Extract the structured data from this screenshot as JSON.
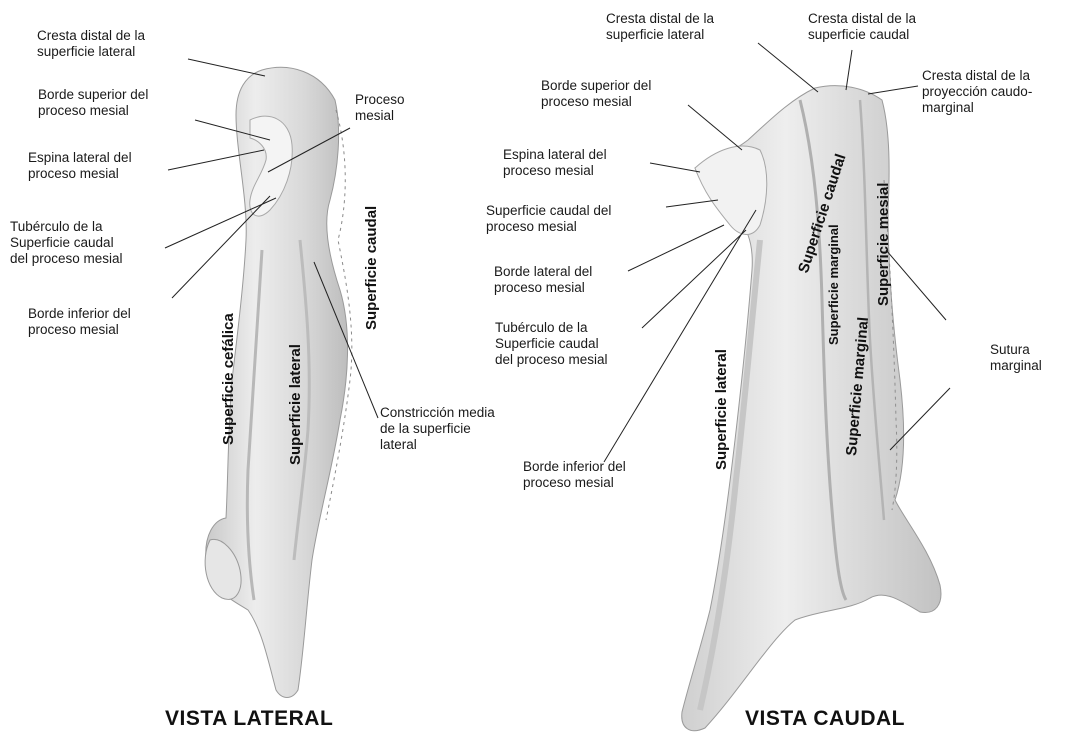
{
  "lateral_view": {
    "title": "VISTA LATERAL",
    "labels": {
      "cresta_distal_lateral": [
        "Cresta distal de la",
        "superficie lateral"
      ],
      "borde_superior": [
        "Borde superior  del",
        "proceso mesial"
      ],
      "espina_lateral": [
        "Espina lateral del",
        "proceso mesial"
      ],
      "tuberculo": [
        "Tubérculo de la",
        "Superficie caudal",
        "del proceso mesial"
      ],
      "borde_inferior": [
        "Borde inferior  del",
        "proceso mesial"
      ],
      "proceso_mesial": [
        "Proceso",
        "mesial"
      ],
      "constriccion": [
        "Constricción media",
        "de la superficie",
        "lateral"
      ]
    },
    "surfaces": {
      "cefalica": "Superficie cefálica",
      "lateral": "Superficie lateral",
      "caudal": "Superficie caudal"
    }
  },
  "caudal_view": {
    "title": "VISTA CAUDAL",
    "labels": {
      "cresta_distal_lateral": [
        "Cresta distal de la",
        "superficie lateral"
      ],
      "cresta_distal_caudal": [
        "Cresta distal de la",
        "superficie caudal"
      ],
      "cresta_proyeccion": [
        "Cresta distal de la",
        "proyección caudo-",
        "marginal"
      ],
      "borde_superior": [
        "Borde superior  del",
        "proceso mesial"
      ],
      "espina_lateral": [
        "Espina lateral del",
        "proceso mesial"
      ],
      "superficie_caudal_proceso": [
        "Superficie caudal del",
        "proceso mesial"
      ],
      "borde_lateral": [
        "Borde lateral del",
        "proceso mesial"
      ],
      "tuberculo": [
        "Tubérculo de la",
        "Superficie caudal",
        "del proceso mesial"
      ],
      "borde_inferior": [
        "Borde inferior  del",
        "proceso mesial"
      ],
      "sutura": [
        "Sutura",
        "marginal"
      ]
    },
    "surfaces": {
      "caudal": "Superficie caudal",
      "mesial": "Superficie mesial",
      "marginal_upper": "Superficie marginal",
      "marginal_lower": "Superficie marginal",
      "lateral": "Superficie lateral"
    }
  }
}
